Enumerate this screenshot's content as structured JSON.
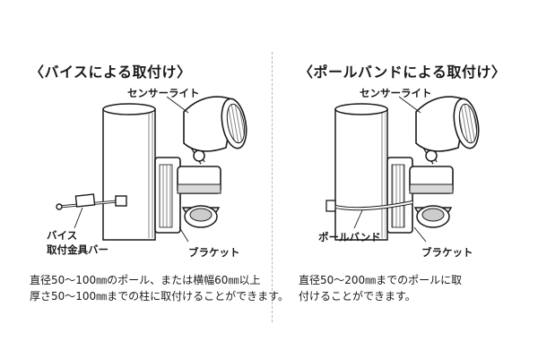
{
  "left": {
    "title": "〈バイスによる取付け〉",
    "sensor_label": "センサーライト",
    "vise_label_line1": "バイス",
    "vise_label_line2": "取付金具バー",
    "bracket_label": "ブラケット",
    "caption_line1": "直径50～100㎜のポール、または横幅60㎜以上",
    "caption_line2": "厚さ50～100㎜までの柱に取付けることができます。"
  },
  "right": {
    "title": "〈ポールバンドによる取付け〉",
    "sensor_label": "センサーライト",
    "pole_band_label": "ポールバンド",
    "bracket_label": "ブラケット",
    "caption_line1": "直径50～200㎜までのポールに取",
    "caption_line2": "付けることができます。"
  },
  "colors": {
    "ink": "#1a1a1a",
    "divider": "#b5b5b5",
    "shade": "#e6e6e6"
  }
}
